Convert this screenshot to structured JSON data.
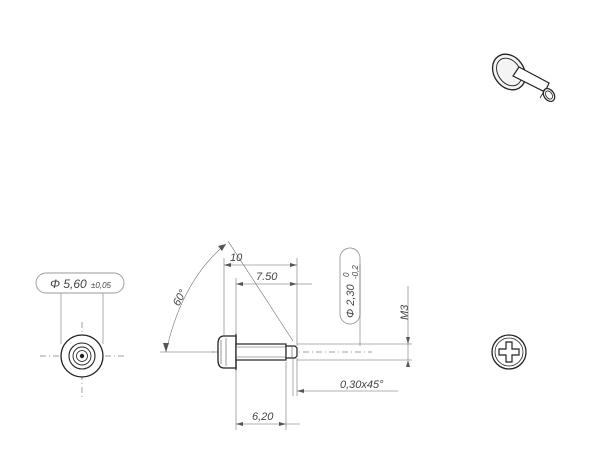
{
  "dimensions": {
    "overall_length": "10",
    "shank_length": "7.50",
    "head_diameter_label": "Φ 5,60",
    "head_diameter_tol": "±0,05",
    "pin_diameter_label": "Φ 2,30",
    "pin_tol_upper": "0",
    "pin_tol_lower": "-0,2",
    "thread": "M3",
    "chamfer": "0,30x45°",
    "thread_length": "6,20",
    "angle": "60°"
  },
  "icons": {
    "iso_view": "screw-isometric-icon",
    "head_view": "phillips-head-icon",
    "end_view": "screw-end-view-icon"
  },
  "colors": {
    "line": "#222222",
    "dimension": "#666666",
    "text": "#444444"
  }
}
